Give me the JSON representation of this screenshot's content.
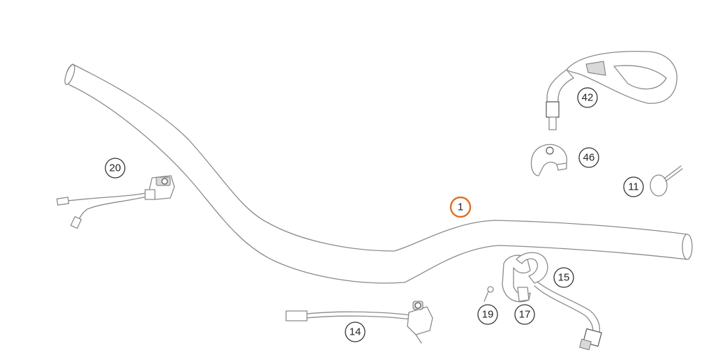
{
  "diagram": {
    "highlight_color": "#e07020",
    "callouts": [
      {
        "id": "1",
        "label": "1",
        "highlighted": true
      },
      {
        "id": "11",
        "label": "11",
        "highlighted": false
      },
      {
        "id": "14",
        "label": "14",
        "highlighted": false
      },
      {
        "id": "15",
        "label": "15",
        "highlighted": false
      },
      {
        "id": "17",
        "label": "17",
        "highlighted": false
      },
      {
        "id": "19",
        "label": "19",
        "highlighted": false
      },
      {
        "id": "20",
        "label": "20",
        "highlighted": false
      },
      {
        "id": "42",
        "label": "42",
        "highlighted": false
      },
      {
        "id": "46",
        "label": "46",
        "highlighted": false
      }
    ]
  }
}
